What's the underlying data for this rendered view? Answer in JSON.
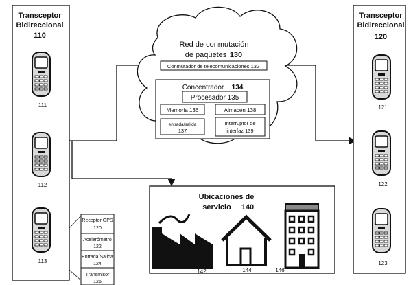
{
  "left_transceiver": {
    "title_line1": "Transceptor",
    "title_line2": "Bidireccional",
    "number": "110",
    "phones": [
      "111",
      "112",
      "113"
    ]
  },
  "right_transceiver": {
    "title_line1": "Transceptor",
    "title_line2": "Bidireccional",
    "number": "120",
    "phones": [
      "121",
      "122",
      "123"
    ]
  },
  "network": {
    "title_line1": "Red de conmutación",
    "title_line2": "de paquetes",
    "number": "130",
    "switch_label": "Conmutador de telecomunicaciones 132"
  },
  "hub": {
    "title": "Concentrador",
    "title_number": "134",
    "processor": "Procesador 135",
    "memory": "Memoria 136",
    "storage": "Almacen 138",
    "io_line1": "entrada/salida",
    "io_line2": "137",
    "interface_line1": "Interruptor de",
    "interface_line2": "interfaz 139"
  },
  "phone_parts": [
    {
      "line1": "Receptor GPS",
      "line2": "120"
    },
    {
      "line1": "Acelerómetro",
      "line2": "122"
    },
    {
      "line1": "Entrada/Salida",
      "line2": "124"
    },
    {
      "line1": "Transmisor",
      "line2": "126"
    }
  ],
  "service": {
    "title_line1": "Ubicaciones de",
    "title_line2": "servicio",
    "number": "140",
    "factory_label": "142",
    "house_label": "144",
    "building_label": "146"
  }
}
